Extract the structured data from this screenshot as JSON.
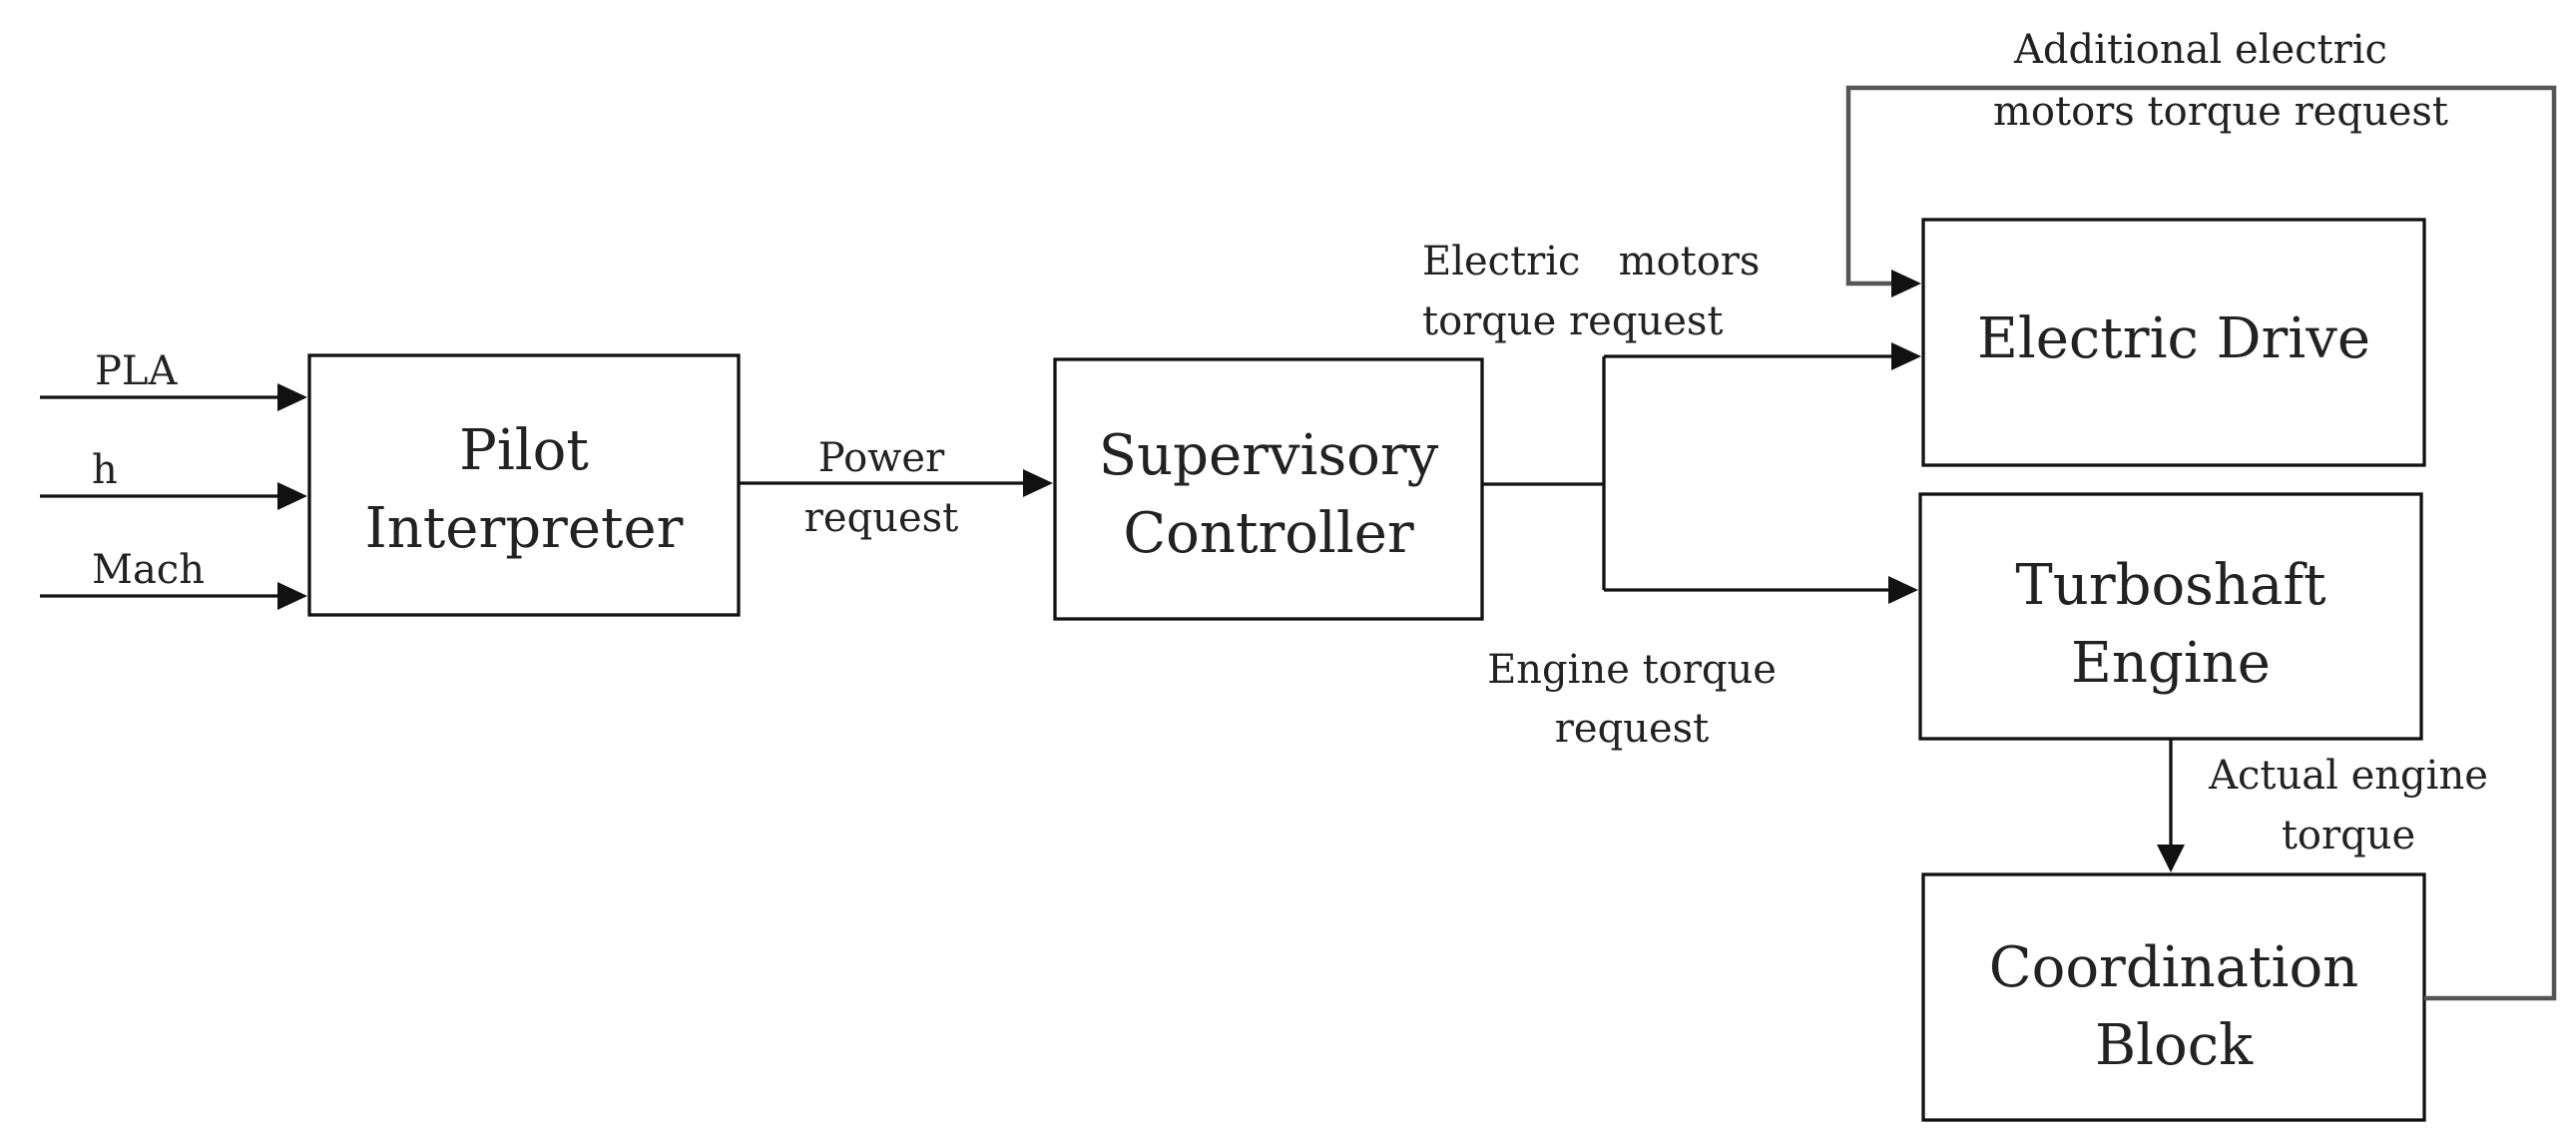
{
  "blocks": {
    "pilot_interpreter": [
      "Pilot",
      "Interpreter"
    ],
    "supervisory_controller": [
      "Supervisory",
      "Controller"
    ],
    "electric_drive": [
      "Electric Drive"
    ],
    "turboshaft_engine": [
      "Turboshaft",
      "Engine"
    ],
    "coordination_block": [
      "Coordination",
      "Block"
    ]
  },
  "inputs": [
    "PLA",
    "h",
    "Mach"
  ],
  "signals": {
    "power_request": [
      "Power",
      "request"
    ],
    "electric_motors_torque_request": [
      "Electric   motors",
      "torque request"
    ],
    "engine_torque_request": [
      "Engine torque",
      "request"
    ],
    "actual_engine_torque": [
      "Actual engine",
      "torque"
    ],
    "additional_electric_motors_torque_request": [
      "Additional electric",
      "motors torque request"
    ]
  },
  "colors": {
    "lines": "#111111",
    "feedback_line": "#555555",
    "text": "#222222",
    "background": "#ffffff"
  }
}
